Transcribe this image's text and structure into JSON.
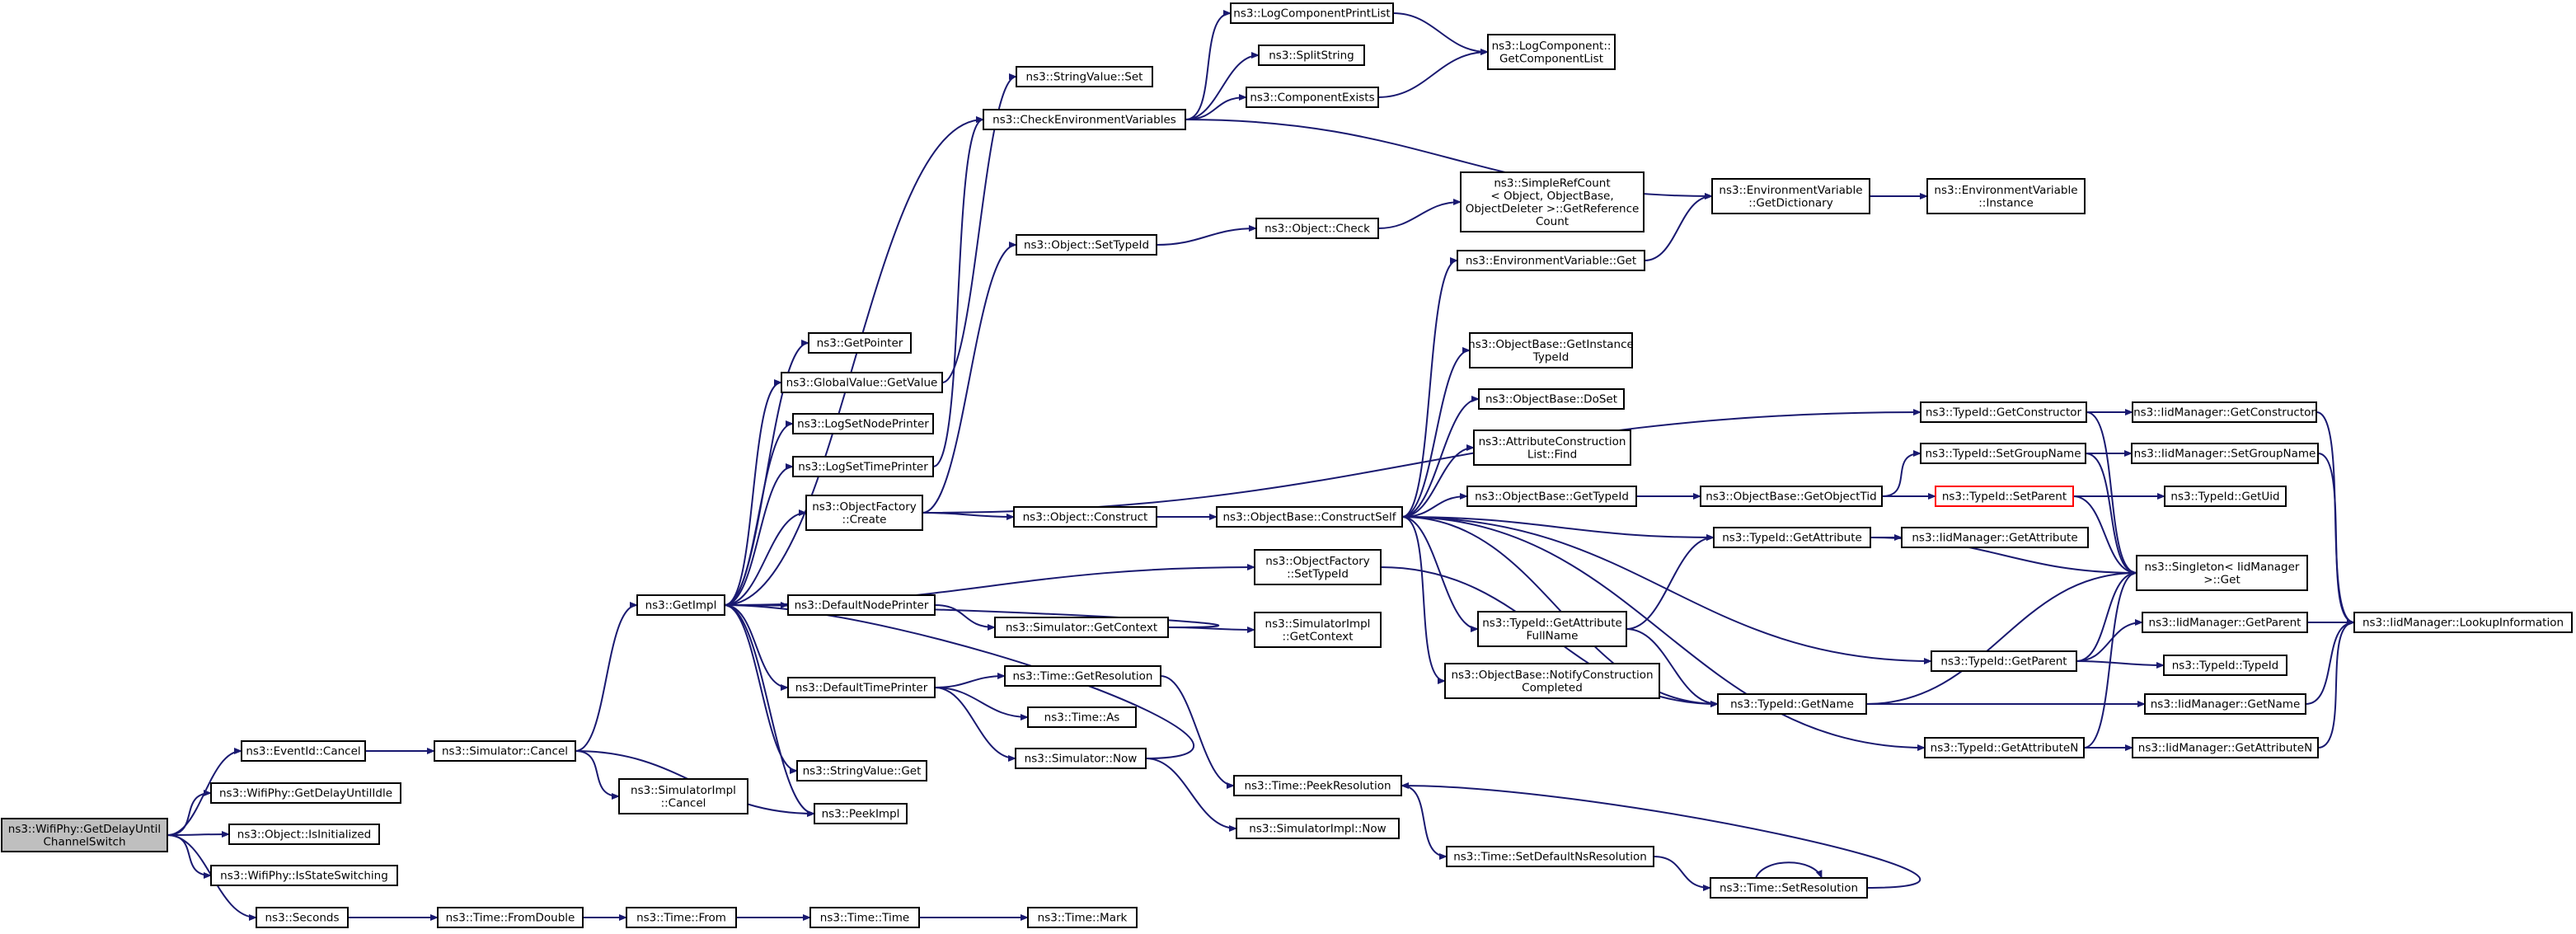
{
  "colors": {
    "edge": "#191970",
    "root_fill": "#bfbfbf",
    "highlight_border": "#ff0000"
  },
  "nodes": {
    "root": [
      "ns3::WifiPhy::GetDelayUntil",
      "ChannelSwitch"
    ],
    "eventid_cancel": [
      "ns3::EventId::Cancel"
    ],
    "getdelayuntilidle": [
      "ns3::WifiPhy::GetDelayUntilIdle"
    ],
    "isinitialized": [
      "ns3::Object::IsInitialized"
    ],
    "isstateswitching": [
      "ns3::WifiPhy::IsStateSwitching"
    ],
    "seconds": [
      "ns3::Seconds"
    ],
    "sim_cancel": [
      "ns3::Simulator::Cancel"
    ],
    "fromdouble": [
      "ns3::Time::FromDouble"
    ],
    "simimpl_cancel": [
      "ns3::SimulatorImpl",
      "::Cancel"
    ],
    "time_from": [
      "ns3::Time::From"
    ],
    "getimpl": [
      "ns3::GetImpl"
    ],
    "time_time": [
      "ns3::Time::Time"
    ],
    "time_mark": [
      "ns3::Time::Mark"
    ],
    "getpointer": [
      "ns3::GetPointer"
    ],
    "gv_getvalue": [
      "ns3::GlobalValue::GetValue"
    ],
    "logsetnodeprinter": [
      "ns3::LogSetNodePrinter"
    ],
    "logsettimeprinter": [
      "ns3::LogSetTimePrinter"
    ],
    "of_create": [
      "ns3::ObjectFactory",
      "::Create"
    ],
    "defaultnodeprinter": [
      "ns3::DefaultNodePrinter"
    ],
    "defaulttimeprinter": [
      "ns3::DefaultTimePrinter"
    ],
    "sv_get": [
      "ns3::StringValue::Get"
    ],
    "peekimpl": [
      "ns3::PeekImpl"
    ],
    "sv_set": [
      "ns3::StringValue::Set"
    ],
    "checkenv": [
      "ns3::CheckEnvironmentVariables"
    ],
    "obj_settypeid": [
      "ns3::Object::SetTypeId"
    ],
    "obj_construct": [
      "ns3::Object::Construct"
    ],
    "sim_getcontext": [
      "ns3::Simulator::GetContext"
    ],
    "time_getresolution": [
      "ns3::Time::GetResolution"
    ],
    "time_as": [
      "ns3::Time::As"
    ],
    "sim_now": [
      "ns3::Simulator::Now"
    ],
    "logprintlist": [
      "ns3::LogComponentPrintList"
    ],
    "splitstring": [
      "ns3::SplitString"
    ],
    "componentexists": [
      "ns3::ComponentExists"
    ],
    "obj_check": [
      "ns3::Object::Check"
    ],
    "ob_constructself": [
      "ns3::ObjectBase::ConstructSelf"
    ],
    "of_settypeid": [
      "ns3::ObjectFactory",
      "::SetTypeId"
    ],
    "simimpl_getcontext": [
      "ns3::SimulatorImpl",
      "::GetContext"
    ],
    "peekresolution": [
      "ns3::Time::PeekResolution"
    ],
    "simimpl_now": [
      "ns3::SimulatorImpl::Now"
    ],
    "setdefaultnsres": [
      "ns3::Time::SetDefaultNsResolution"
    ],
    "getcomponentlist": [
      "ns3::LogComponent::",
      "GetComponentList"
    ],
    "simplerefcount": [
      "ns3::SimpleRefCount",
      "< Object, ObjectBase,",
      "ObjectDeleter >::GetReference",
      "Count"
    ],
    "envvar_get": [
      "ns3::EnvironmentVariable::Get"
    ],
    "ob_getinstancetypeid": [
      "ns3::ObjectBase::GetInstance",
      "TypeId"
    ],
    "ob_doset": [
      "ns3::ObjectBase::DoSet"
    ],
    "acl_find": [
      "ns3::AttributeConstruction",
      "List::Find"
    ],
    "ob_gettypeid": [
      "ns3::ObjectBase::GetTypeId"
    ],
    "tid_getattrfullname": [
      "ns3::TypeId::GetAttribute",
      "FullName"
    ],
    "ob_notifyconstruction": [
      "ns3::ObjectBase::NotifyConstruction",
      "Completed"
    ],
    "envvar_getdict": [
      "ns3::EnvironmentVariable",
      "::GetDictionary"
    ],
    "ob_getobjecttid": [
      "ns3::ObjectBase::GetObjectTid"
    ],
    "tid_getattribute": [
      "ns3::TypeId::GetAttribute"
    ],
    "tid_getname": [
      "ns3::TypeId::GetName"
    ],
    "time_setresolution": [
      "ns3::Time::SetResolution"
    ],
    "envvar_instance": [
      "ns3::EnvironmentVariable",
      "::Instance"
    ],
    "tid_getconstructor": [
      "ns3::TypeId::GetConstructor"
    ],
    "tid_setgroupname": [
      "ns3::TypeId::SetGroupName"
    ],
    "tid_setparent": [
      "ns3::TypeId::SetParent"
    ],
    "tid_getparent": [
      "ns3::TypeId::GetParent"
    ],
    "tid_getattributen": [
      "ns3::TypeId::GetAttributeN"
    ],
    "iid_getconstructor": [
      "ns3::IidManager::GetConstructor"
    ],
    "iid_setgroupname": [
      "ns3::IidManager::SetGroupName"
    ],
    "tid_getuid": [
      "ns3::TypeId::GetUid"
    ],
    "iid_getattribute": [
      "ns3::IidManager::GetAttribute"
    ],
    "singleton_get": [
      "ns3::Singleton< IidManager",
      ">::Get"
    ],
    "iid_getparent": [
      "ns3::IidManager::GetParent"
    ],
    "tid_typeid": [
      "ns3::TypeId::TypeId"
    ],
    "iid_getname": [
      "ns3::IidManager::GetName"
    ],
    "iid_getattributen": [
      "ns3::IidManager::GetAttributeN"
    ],
    "iid_lookupinfo": [
      "ns3::IidManager::LookupInformation"
    ]
  }
}
